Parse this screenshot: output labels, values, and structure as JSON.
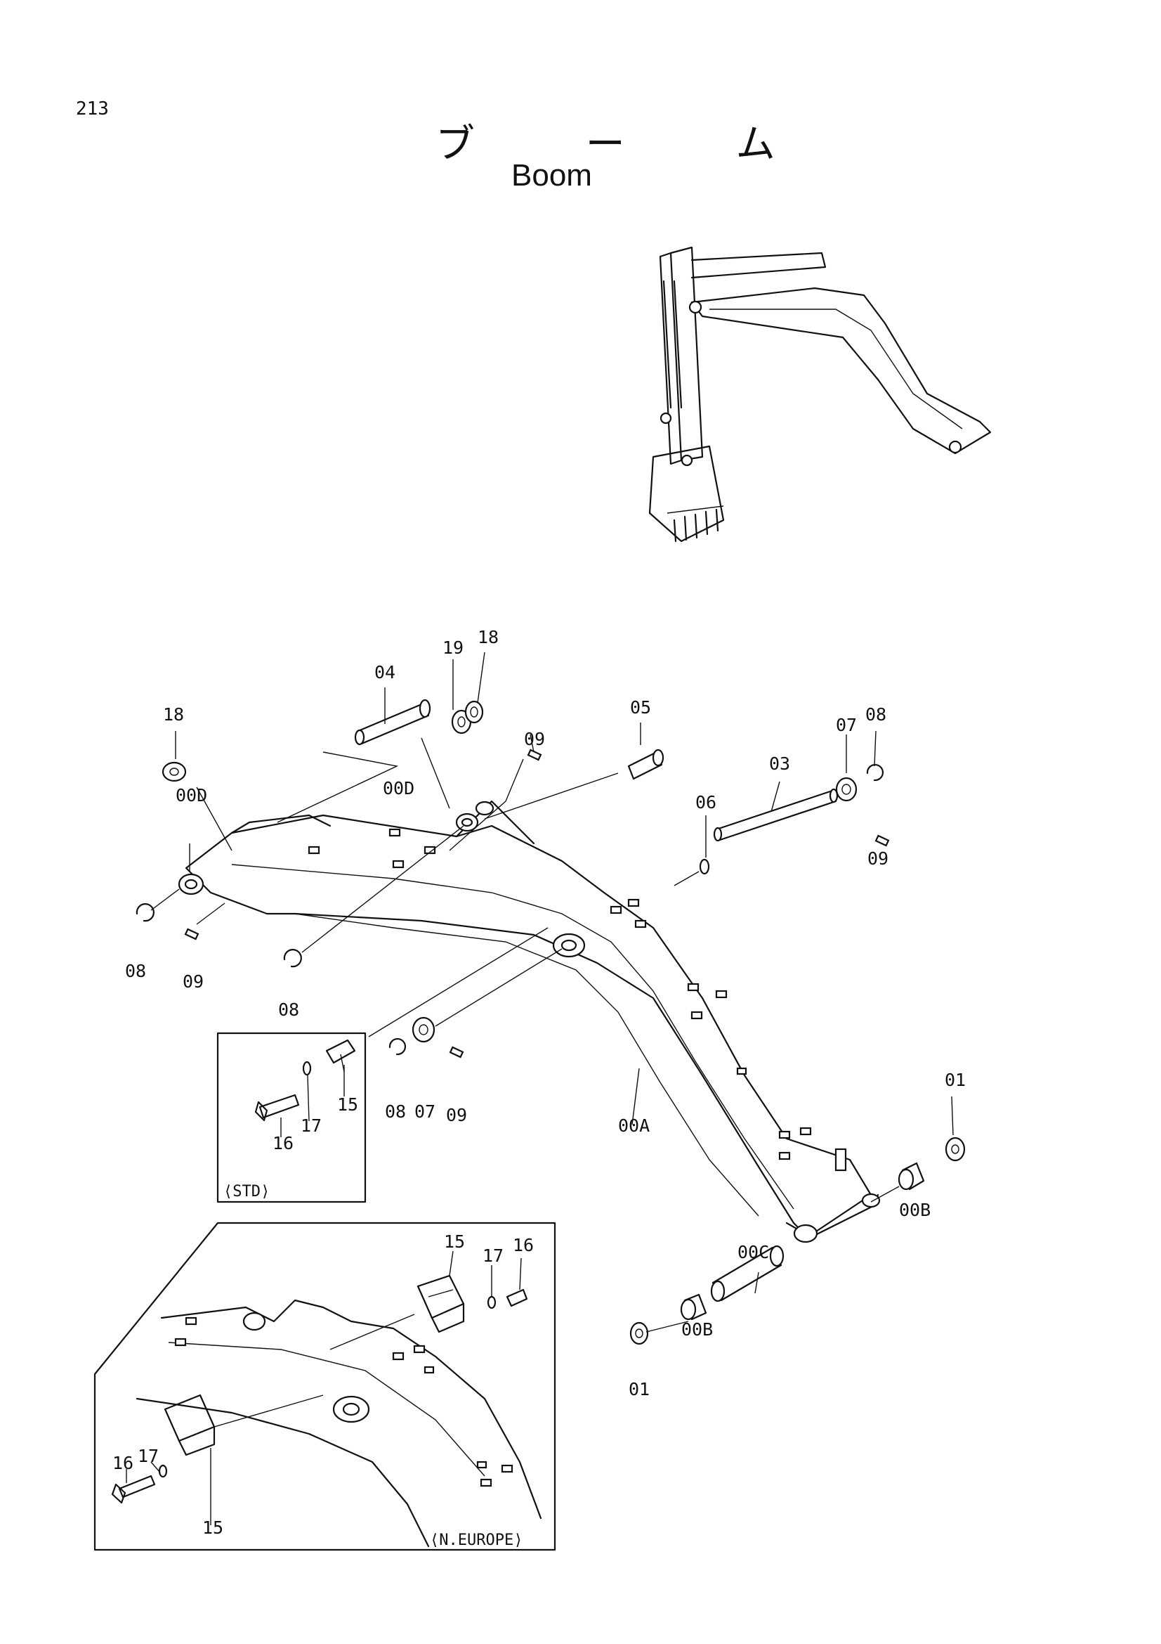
{
  "page_number": "213",
  "title_jp": "ブ ー ム",
  "title_en": "Boom",
  "part_labels": {
    "p04": "04",
    "p19": "19",
    "p18a": "18",
    "p18b": "18",
    "p05": "05",
    "p09a": "09",
    "p09b": "09",
    "p09c": "09",
    "p09d": "09",
    "p07a": "07",
    "p07b": "07",
    "p08a": "08",
    "p08b": "08",
    "p08c": "08",
    "p08d": "08",
    "p03": "03",
    "p06": "06",
    "p00Da": "00D",
    "p00Db": "00D",
    "p00A": "00A",
    "p01a": "01",
    "p01b": "01",
    "p00Ba": "00B",
    "p00Bb": "00B",
    "p00C": "00C",
    "p16a": "16",
    "p17a": "17",
    "p15a": "15",
    "p15b": "15",
    "p17b": "17",
    "p16b": "16",
    "p15c": "15",
    "p17c": "17",
    "p16c": "16"
  },
  "box_std": {
    "label": "⟨STD⟩"
  },
  "box_neurope": {
    "label": "⟨N.EUROPE⟩"
  }
}
